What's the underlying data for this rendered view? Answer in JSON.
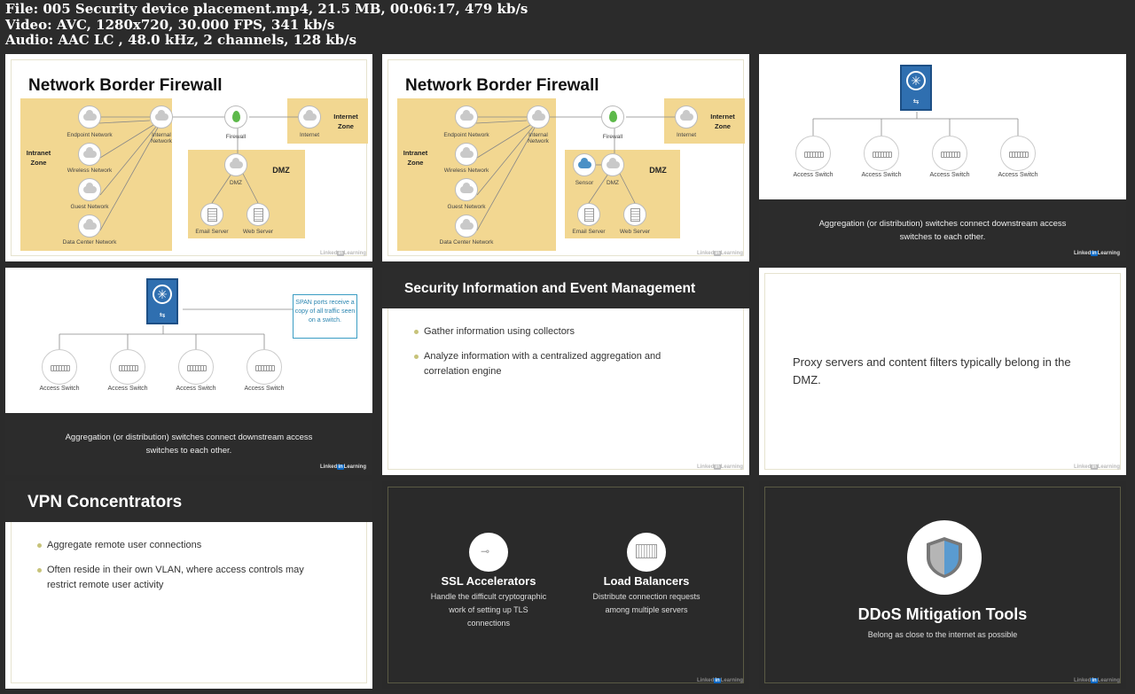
{
  "header": {
    "line1": "File: 005 Security device placement.mp4, 21.5 MB, 00:06:17, 479 kb/s",
    "line2": "Video: AVC, 1280x720, 30.000 FPS, 341 kb/s",
    "line3": "Audio: AAC LC , 48.0 kHz, 2 channels, 128 kb/s"
  },
  "brand": {
    "linked": "Linked",
    "in": "in",
    "learning": "Learning"
  },
  "firewall": {
    "title": "Network Border Firewall",
    "intranet_zone": "Intranet Zone",
    "internet_zone": "Internet Zone",
    "dmz_zone": "DMZ",
    "endpoint": "Endpoint Network",
    "internal": "Internal Network",
    "wireless": "Wireless Network",
    "guest": "Guest Network",
    "datacenter": "Data Center Network",
    "firewall": "Firewall",
    "internet": "Internet",
    "dmz": "DMZ",
    "email": "Email Server",
    "web": "Web Server",
    "sensor": "Sensor"
  },
  "switching": {
    "access_switch": "Access Switch",
    "caption": "Aggregation (or distribution) switches connect downstream access switches to each other.",
    "span_note": "SPAN ports receive a copy of all traffic seen on a switch."
  },
  "siem": {
    "title": "Security Information and Event Management",
    "bullet1": "Gather information using collectors",
    "bullet2": "Analyze information with a centralized aggregation and correlation engine"
  },
  "proxy": {
    "text": "Proxy servers and content filters typically belong in the DMZ."
  },
  "vpn": {
    "title": "VPN Concentrators",
    "bullet1": "Aggregate remote user connections",
    "bullet2": "Often reside in their own VLAN, where access controls may restrict remote user activity"
  },
  "ssl": {
    "title": "SSL Accelerators",
    "desc": "Handle the difficult cryptographic work of setting up TLS connections"
  },
  "lb": {
    "title": "Load Balancers",
    "desc": "Distribute connection requests among multiple servers"
  },
  "ddos": {
    "title": "DDoS Mitigation Tools",
    "desc": "Belong as close to the internet as possible"
  },
  "colors": {
    "zone": "#f2d791",
    "switch": "#2f6fb0",
    "dark": "#2a2a2a",
    "bullet": "#c7c37a",
    "span": "#3a9dc3"
  }
}
